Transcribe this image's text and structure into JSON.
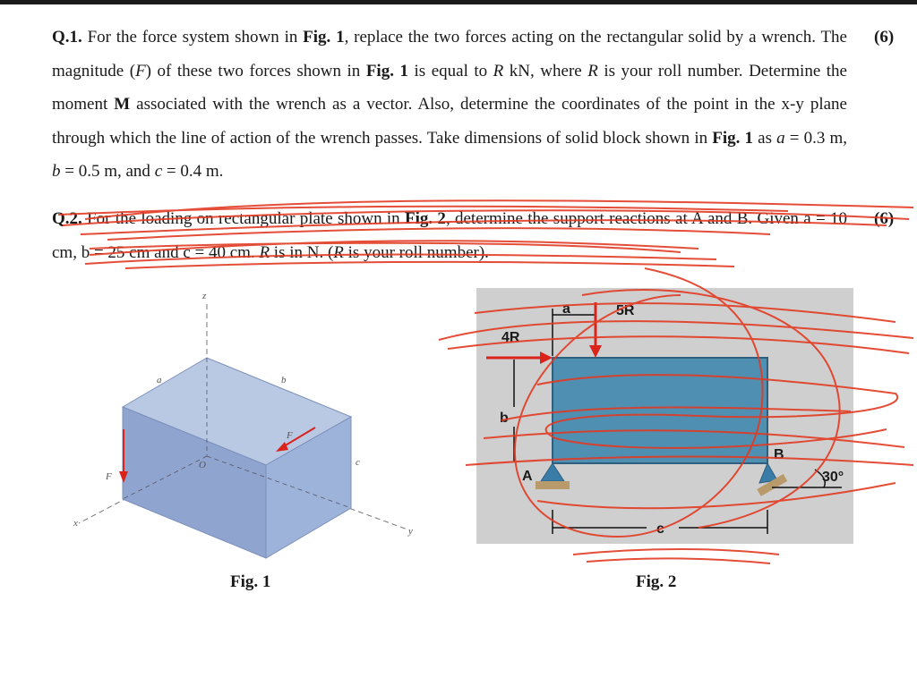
{
  "q1": {
    "number": "Q.1.",
    "t1": " For the force system shown in ",
    "fig": "Fig. 1",
    "t2": ", replace the two forces acting on the rectangular solid by a wrench. The magnitude (",
    "F": "F",
    "t3": ") of these two forces shown in ",
    "t4": " is equal to ",
    "R": "R",
    "t5": " kN, where ",
    "t6": " is your roll number. Determine the moment ",
    "M": "M",
    "t7": " associated with the wrench as a vector. Also, determine the coordinates of the point in the x-y plane through which the line of action of the wrench passes. Take dimensions of solid block shown in ",
    "t8": " as ",
    "a": "a",
    "t9": " = 0.3 m, ",
    "b": "b",
    "t10": " = 0.5 m, and ",
    "c": "c",
    "t11": " = 0.4 m.",
    "marks": "(6)"
  },
  "q2": {
    "number": "Q.2.",
    "t1": " For the loading on rectangular plate shown in ",
    "fig": "Fig. 2",
    "t2": ", determine the support reactions at A and B. Given a = 10 cm, b = 25 cm and c = 40 cm. ",
    "R": "R",
    "t3": " is in N. (",
    "t4": " is your roll number).",
    "marks": "(6)"
  },
  "fig1": {
    "caption": "Fig. 1",
    "labels": {
      "z": "z",
      "a": "a",
      "b": "b",
      "F_top": "F",
      "F_left": "F",
      "O": "O",
      "c": "c",
      "x": "x",
      "y": "y"
    }
  },
  "fig2": {
    "caption": "Fig. 2",
    "labels": {
      "a": "a",
      "load_5R": "5R",
      "load_4R": "4R",
      "b": "b",
      "A": "A",
      "B": "B",
      "angle": "30°",
      "c": "c"
    }
  },
  "colors": {
    "scribble": "#e23a22",
    "force_arrow": "#d9231b",
    "block_top": "#b9c9e4",
    "block_front": "#8fa5cf",
    "block_side": "#9eb3d9",
    "plate": "#4f8fb2",
    "fig2_bg": "#cfcfcf"
  }
}
